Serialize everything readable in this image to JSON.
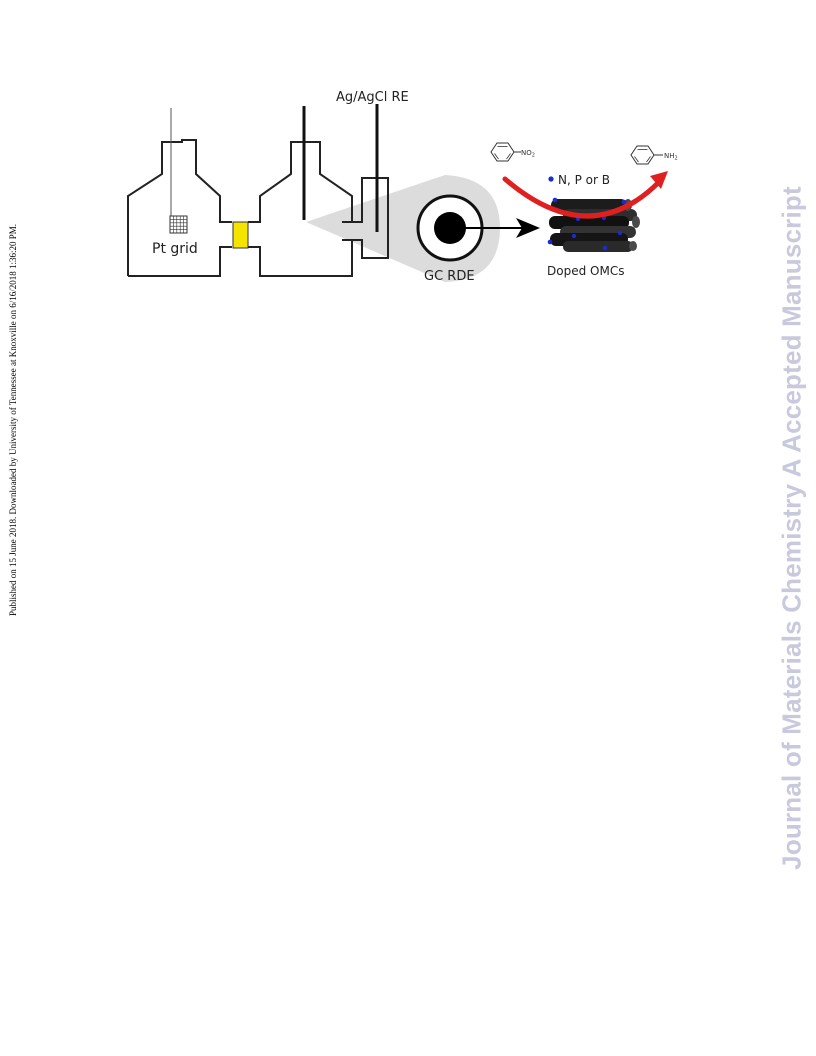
{
  "side_note": "Published on 15 June 2018. Downloaded by University of Tennessee at Knoxville on 6/16/2018 1:36:20 PM.",
  "watermark": "Journal of Materials Chemistry A Accepted Manuscript",
  "diagram": {
    "labels": {
      "pt_grid": "Pt grid",
      "reference_electrode": "Ag/AgCl  RE",
      "rde": "GC  RDE",
      "dopant_legend": "N, P or B",
      "material": "Doped OMCs",
      "reactant_group": "NO",
      "reactant_subscript": "2",
      "product_group": "NH",
      "product_subscript": "2"
    },
    "colors": {
      "membrane": "#f5e400",
      "reaction_arrow": "#e02020",
      "dopant_dot": "#1a2ad6",
      "zoom_cone": "#dcdcdc",
      "watermark": "#c9c9dd"
    }
  }
}
